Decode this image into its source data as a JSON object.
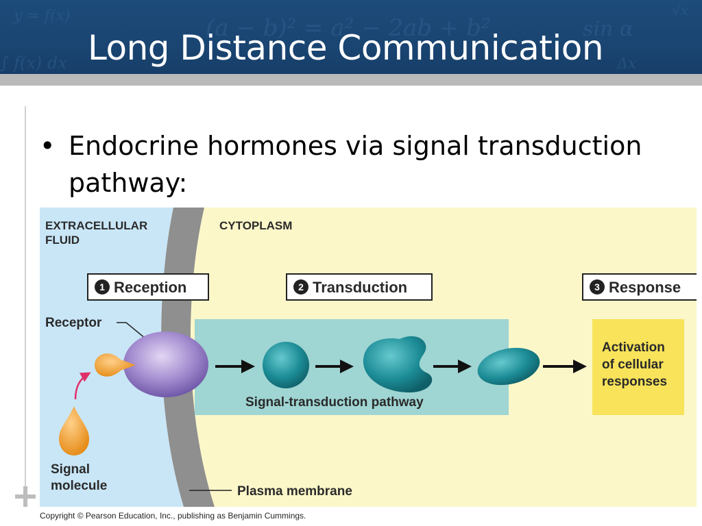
{
  "slide": {
    "title": "Long Distance Communication",
    "bullet": "Endocrine hormones via signal transduction pathway:",
    "copyright": "Copyright © Pearson Education, Inc., publishing as Benjamin Cummings."
  },
  "figure": {
    "region_left": "EXTRACELLULAR",
    "region_left_line2": "FLUID",
    "region_right": "CYTOPLASM",
    "steps": [
      {
        "number": "1",
        "label": "Reception"
      },
      {
        "number": "2",
        "label": "Transduction"
      },
      {
        "number": "3",
        "label": "Response"
      }
    ],
    "receptor_label": "Receptor",
    "signal_label_1": "Signal",
    "signal_label_2": "molecule",
    "pathway_label": "Signal-transduction pathway",
    "response_lines": [
      "Activation",
      "of cellular",
      "responses"
    ],
    "membrane_label": "Plasma membrane"
  },
  "colors": {
    "title_bar": "#1a4572",
    "extracellular": "#c9e6f7",
    "cytoplasm": "#fbf7c9",
    "membrane": "#8f8f8f",
    "pathway_box": "#9fd5d3",
    "response_box": "#f8e35a",
    "receptor": "#9b82c8",
    "signal": "#f0a030",
    "teal_protein": "#1c8c96"
  },
  "icons": {
    "plus": "plus-icon",
    "step_badge": "numbered-circle-icon",
    "arrow": "right-arrow-icon"
  }
}
